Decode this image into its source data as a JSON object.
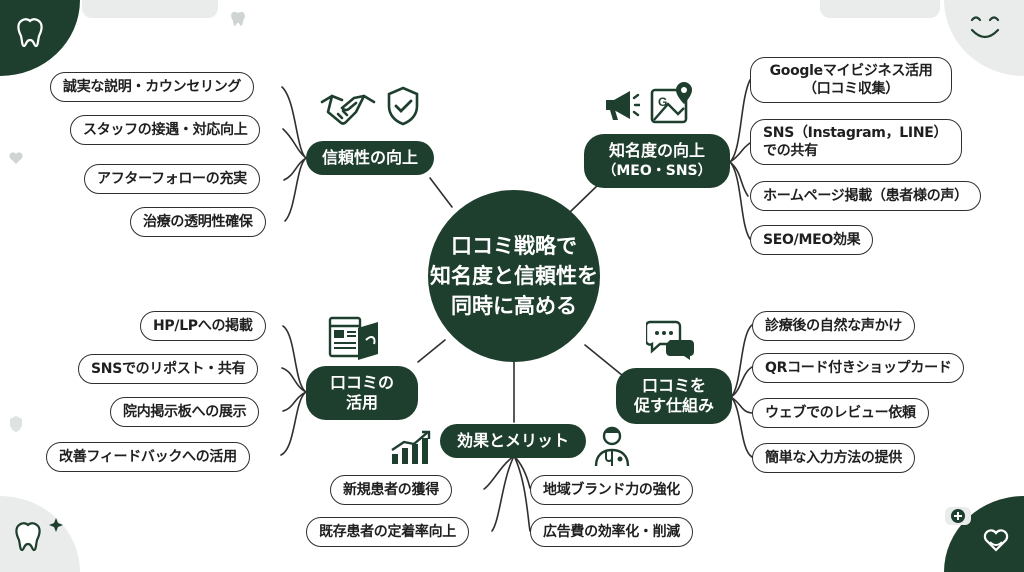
{
  "center": {
    "lines": [
      "口コミ戦略で",
      "知名度と信頼性を",
      "同時に高める"
    ]
  },
  "branches": {
    "trust": {
      "label": "信頼性の向上",
      "items": [
        "誠実な説明・カウンセリング",
        "スタッフの接遇・対応向上",
        "アフターフォローの充実",
        "治療の透明性確保"
      ]
    },
    "awareness": {
      "label": [
        "知名度の向上",
        "（MEO・SNS）"
      ],
      "items": [
        [
          "Googleマイビジネス活用",
          "（口コミ収集）"
        ],
        [
          "SNS（Instagram，LINE）",
          "での共有"
        ],
        [
          "ホームページ掲載（患者様の声）"
        ],
        [
          "SEO/MEO効果"
        ]
      ]
    },
    "usage": {
      "label": [
        "口コミの",
        "活用"
      ],
      "items": [
        "HP/LPへの掲載",
        "SNSでのリポスト・共有",
        "院内掲示板への展示",
        "改善フィードバックへの活用"
      ]
    },
    "mechanism": {
      "label": [
        "口コミを",
        "促す仕組み"
      ],
      "items": [
        "診療後の自然な声かけ",
        "QRコード付きショップカード",
        "ウェブでのレビュー依頼",
        "簡単な入力方法の提供"
      ]
    },
    "effects": {
      "label": "効果とメリット",
      "items_left": [
        "新規患者の獲得",
        "既存患者の定着率向上"
      ],
      "items_right": [
        "地域ブランド力の強化",
        "広告費の効率化・削減"
      ]
    }
  },
  "colors": {
    "primary": "#1e3e2e",
    "outline": "#2f2f2f",
    "light": "#e9ecea"
  },
  "icons": [
    "handshake-icon",
    "shield-check-icon",
    "megaphone-icon",
    "map-g-icon",
    "document-icon",
    "chat-bubbles-icon",
    "growth-chart-icon",
    "doctor-icon",
    "tooth-icon",
    "smile-icon",
    "heart-icon",
    "plus-bubble-icon"
  ]
}
